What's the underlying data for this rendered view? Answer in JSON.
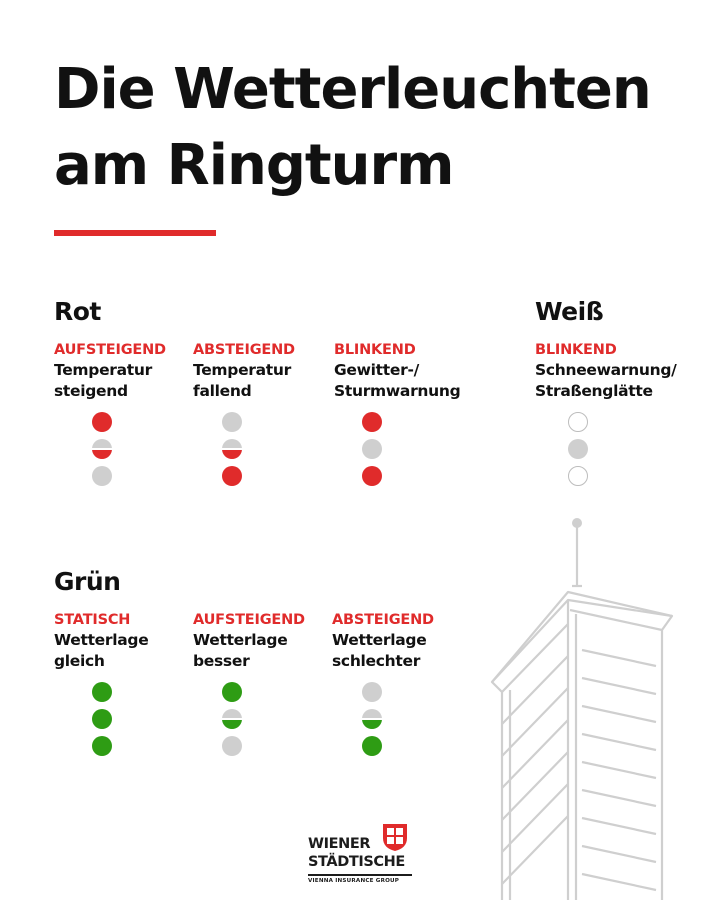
{
  "title": {
    "line1": "Die Wetterleuchten",
    "line2": "am Ringturm"
  },
  "colors": {
    "red": "#e02b2b",
    "green": "#2e9c14",
    "off": "#cfcfcf",
    "text": "#111111",
    "rule": "#e02b2b"
  },
  "groups": {
    "rot": {
      "heading": "Rot",
      "signals": [
        {
          "mode": "AUFSTEIGEND",
          "description": "Temperatur\nsteigend",
          "lamps": [
            "on-red",
            "half-red",
            "off"
          ]
        },
        {
          "mode": "ABSTEIGEND",
          "description": "Temperatur\nfallend",
          "lamps": [
            "off",
            "half-red",
            "on-red"
          ]
        },
        {
          "mode": "BLINKEND",
          "description": "Gewitter-/\nSturmwarnung",
          "lamps": [
            "on-red",
            "off",
            "on-red"
          ]
        }
      ]
    },
    "weiss": {
      "heading": "Weiß",
      "signals": [
        {
          "mode": "BLINKEND",
          "description": "Schneewarnung/\nStraßenglätte",
          "lamps": [
            "white",
            "off",
            "white"
          ]
        }
      ]
    },
    "gruen": {
      "heading": "Grün",
      "signals": [
        {
          "mode": "STATISCH",
          "description": "Wetterlage\ngleich",
          "lamps": [
            "on-green",
            "on-green",
            "on-green"
          ]
        },
        {
          "mode": "AUFSTEIGEND",
          "description": "Wetterlage\nbesser",
          "lamps": [
            "on-green",
            "half-green",
            "off"
          ]
        },
        {
          "mode": "ABSTEIGEND",
          "description": "Wetterlage\nschlechter",
          "lamps": [
            "off",
            "half-green",
            "on-green"
          ]
        }
      ]
    }
  },
  "logo": {
    "line1": "WIENER",
    "line2": "STÄDTISCHE",
    "tagline": "VIENNA INSURANCE GROUP"
  }
}
